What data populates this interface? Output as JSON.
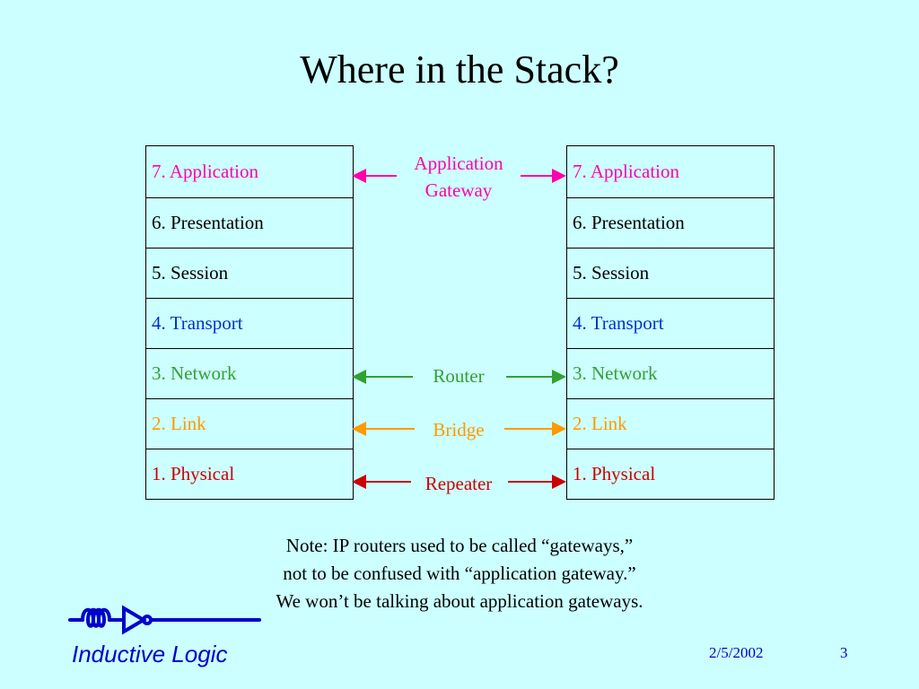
{
  "slide": {
    "title": "Where in the Stack?"
  },
  "colors": {
    "application": "#ff00aa",
    "transport": "#0033cc",
    "network": "#33a033",
    "link": "#ff9900",
    "physical": "#cc0000",
    "black": "#000000",
    "footer": "#0000cc"
  },
  "left_stack": {
    "layers": [
      {
        "label": "7. Application",
        "color": "#ff00aa"
      },
      {
        "label": "6. Presentation",
        "color": "#000000"
      },
      {
        "label": "5. Session",
        "color": "#000000"
      },
      {
        "label": "4. Transport",
        "color": "#0033cc"
      },
      {
        "label": "3. Network",
        "color": "#33a033"
      },
      {
        "label": "2. Link",
        "color": "#ff9900"
      },
      {
        "label": "1. Physical",
        "color": "#cc0000"
      }
    ]
  },
  "right_stack": {
    "layers": [
      {
        "label": "7. Application",
        "color": "#ff00aa"
      },
      {
        "label": "6. Presentation",
        "color": "#000000"
      },
      {
        "label": "5. Session",
        "color": "#000000"
      },
      {
        "label": "4. Transport",
        "color": "#0033cc"
      },
      {
        "label": "3. Network",
        "color": "#33a033"
      },
      {
        "label": "2. Link",
        "color": "#ff9900"
      },
      {
        "label": "1. Physical",
        "color": "#cc0000"
      }
    ]
  },
  "devices": {
    "application_gateway": {
      "line1": "Application",
      "line2": "Gateway",
      "color": "#ff00aa"
    },
    "router": {
      "label": "Router",
      "color": "#33a033"
    },
    "bridge": {
      "label": "Bridge",
      "color": "#ff9900"
    },
    "repeater": {
      "label": "Repeater",
      "color": "#cc0000"
    }
  },
  "note": {
    "line1": "Note: IP routers used to be called “gateways,”",
    "line2": "not to be confused with “application gateway.”",
    "line3": "We won’t be talking about application gateways."
  },
  "footer": {
    "company": "Inductive Logic",
    "date": "2/5/2002",
    "page": "3",
    "logo_icon": "inductor-inverter-logo-icon"
  }
}
